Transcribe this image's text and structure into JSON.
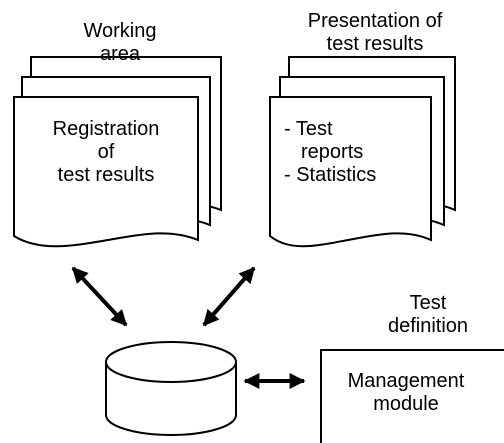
{
  "working_area": {
    "heading": [
      "Working",
      "area"
    ],
    "document_text": [
      "Registration",
      "of",
      "test results"
    ]
  },
  "presentation": {
    "heading": [
      "Presentation of",
      "test results"
    ],
    "document_items": [
      "- Test",
      "reports",
      "- Statistics"
    ]
  },
  "test_definition": {
    "heading": [
      "Test",
      "definition"
    ],
    "box_text": [
      "Management",
      "module"
    ]
  },
  "colors": {
    "stroke": "#000000",
    "fill": "#ffffff"
  }
}
